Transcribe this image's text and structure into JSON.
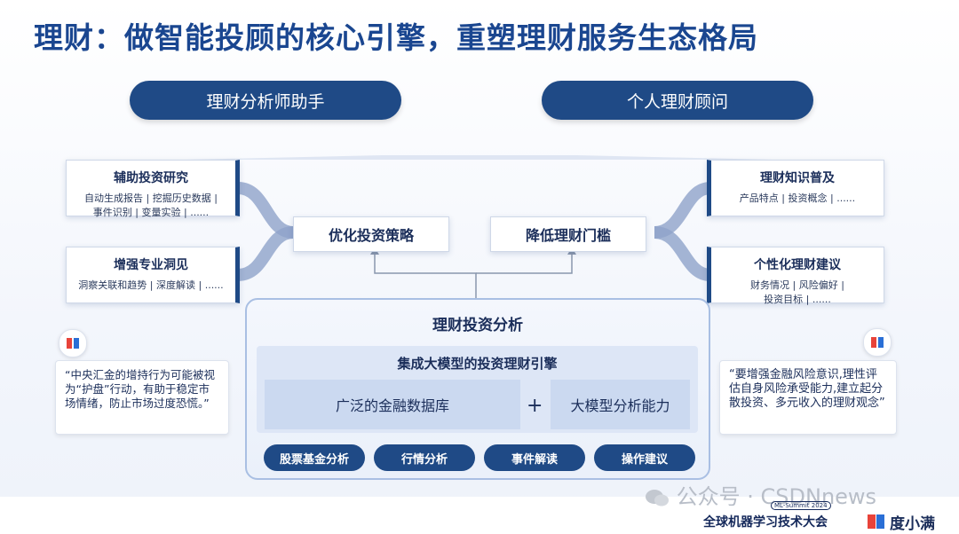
{
  "title": "理财：做智能投顾的核心引擎，重塑理财服务生态格局",
  "top_pills": {
    "left": "理财分析师助手",
    "right": "个人理财顾问"
  },
  "left_cards": [
    {
      "title": "辅助投资研究",
      "line1": "自动生成报告 | 挖掘历史数据 |",
      "line2": "事件识别 | 变量实验 | ......"
    },
    {
      "title": "增强专业洞见",
      "line1": "洞察关联和趋势 | 深度解读 | ......",
      "line2": ""
    }
  ],
  "right_cards": [
    {
      "title": "理财知识普及",
      "line1": "产品特点 | 投资概念 |  ......",
      "line2": ""
    },
    {
      "title": "个性化理财建议",
      "line1": "财务情况 | 风险偏好 |",
      "line2": "投资目标 |  ......"
    }
  ],
  "mid_boxes": {
    "left": "优化投资策略",
    "right": "降低理财门槛"
  },
  "core": {
    "title": "理财投资分析",
    "engine_title": "集成大模型的投资理财引擎",
    "sub_left": "广泛的金融数据库",
    "plus": "+",
    "sub_right": "大模型分析能力",
    "buttons": [
      "股票基金分析",
      "行情分析",
      "事件解读",
      "操作建议"
    ]
  },
  "quotes": {
    "left": "“中央汇金的增持行为可能被视为“护盘”行动，有助于稳定市场情绪，防止市场过度恐慌。”",
    "right": "“要增强金融风险意识,理性评估自身风险承受能力,建立起分散投资、多元收入的理财观念”"
  },
  "footer": {
    "watermark": "公众号 · CSDNnews",
    "conference": "全球机器学习技术大会",
    "conference_small": "ML-Summit 2024",
    "brand": "度小满"
  },
  "colors": {
    "title": "#1a4690",
    "primary": "#1f4a86",
    "connector": "#6f88b8",
    "accent_red": "#e8433a"
  }
}
